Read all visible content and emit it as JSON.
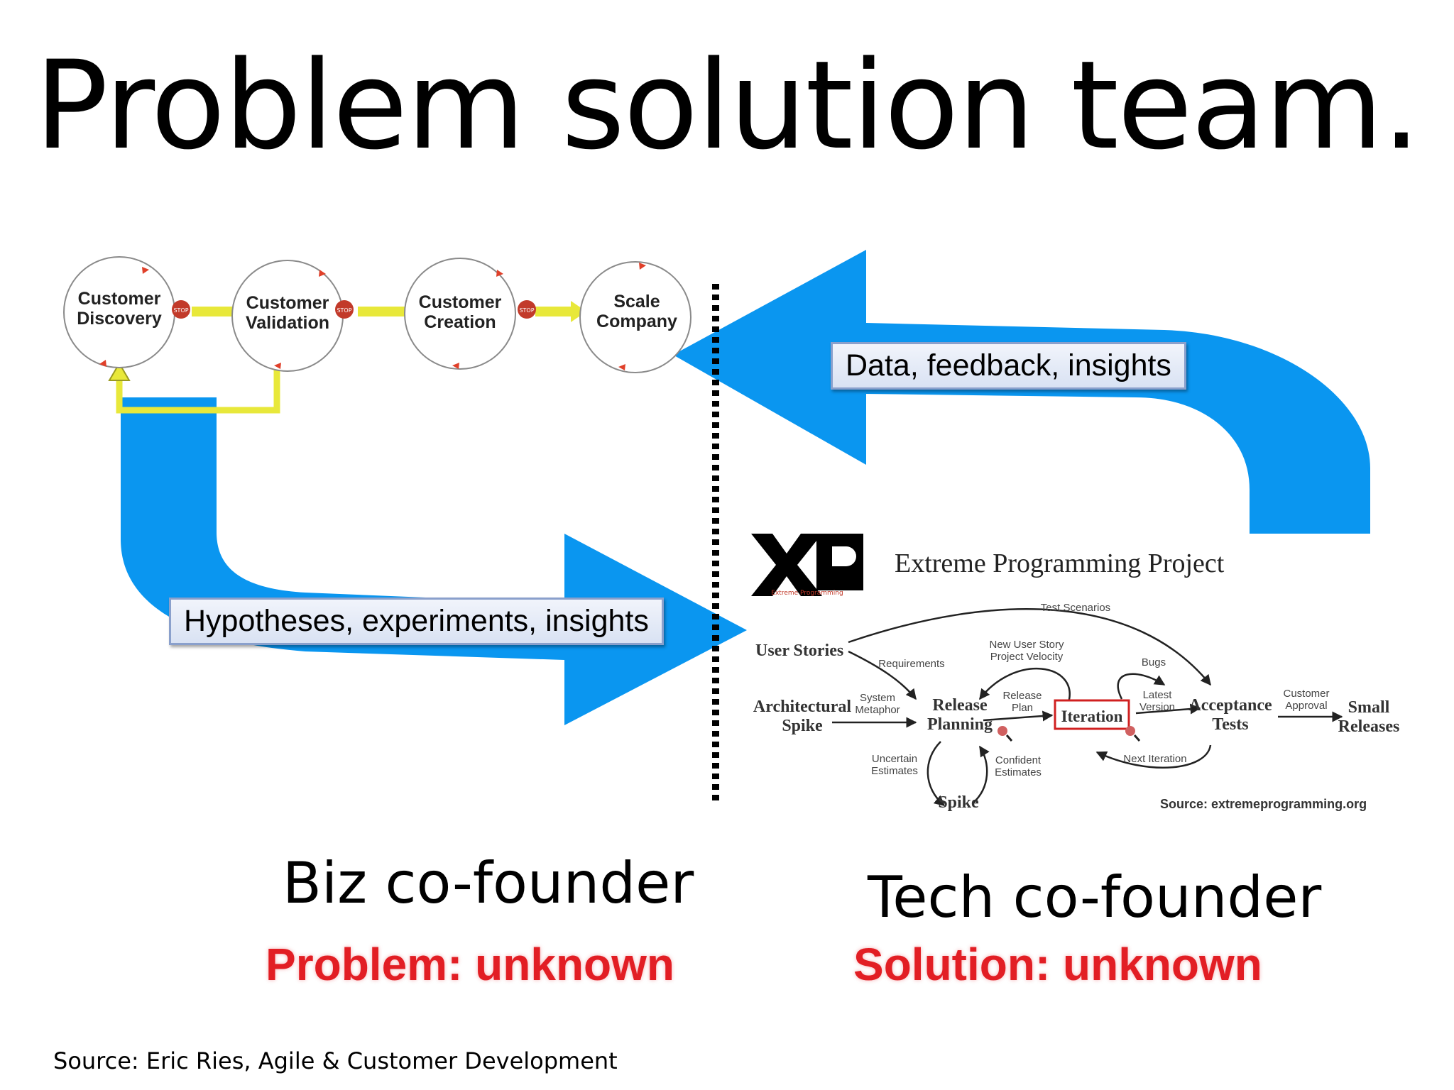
{
  "title": "Problem solution team.",
  "customer_dev": {
    "steps": [
      "Customer\nDiscovery",
      "Customer\nValidation",
      "Customer\nCreation",
      "Scale\nCompany"
    ],
    "stop_label": "STOP"
  },
  "callouts": {
    "feedback": "Data, feedback, insights",
    "hypotheses": "Hypotheses, experiments, insights"
  },
  "xp": {
    "logo_caption": "Extreme Programming",
    "title": "Extreme Programming Project",
    "nodes": {
      "user_stories": "User Stories",
      "arch_spike": "Architectural\nSpike",
      "release_planning": "Release\nPlanning",
      "iteration": "Iteration",
      "acceptance_tests": "Acceptance\nTests",
      "small_releases": "Small\nReleases",
      "spike": "Spike"
    },
    "edges": {
      "test_scenarios": "Test Scenarios",
      "requirements": "Requirements",
      "new_user_story": "New User Story\nProject Velocity",
      "bugs": "Bugs",
      "system_metaphor": "System\nMetaphor",
      "release_plan": "Release\nPlan",
      "latest_version": "Latest\nVersion",
      "customer_approval": "Customer\nApproval",
      "uncertain_estimates": "Uncertain\nEstimates",
      "confident_estimates": "Confident\nEstimates",
      "next_iteration": "Next Iteration"
    },
    "source": "Source: extremeprogramming.org"
  },
  "biz": {
    "role": "Biz co-founder",
    "status": "Problem: unknown"
  },
  "tech": {
    "role": "Tech co-founder",
    "status": "Solution: unknown"
  },
  "footer_source": "Source: Eric Ries, Agile & Customer Development",
  "colors": {
    "arrow_blue": "#0a96f0",
    "status_red": "#e21e24",
    "loop_yellow": "#e8e83a",
    "stop_red": "#c23a2a"
  }
}
